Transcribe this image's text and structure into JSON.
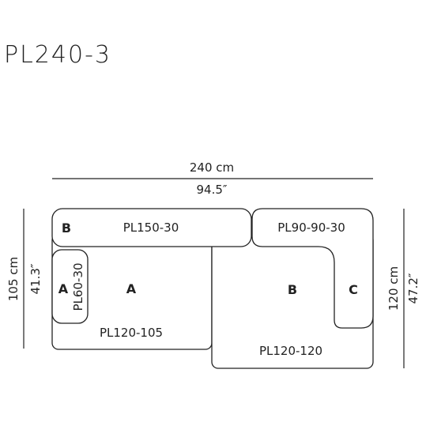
{
  "model": "PL240-3",
  "dimensions": {
    "width_cm": "240 cm",
    "width_in": "94.5″",
    "left_depth_cm": "105 cm",
    "left_depth_in": "41.3″",
    "right_depth_cm": "120 cm",
    "right_depth_in": "47.2″"
  },
  "modules": {
    "backrest_left": {
      "name": "PL150-30",
      "letter": "B"
    },
    "backrest_right": {
      "name": "PL90-90-30"
    },
    "armrest_left": {
      "name": "PL60-30",
      "letter": "A"
    },
    "seat_left": {
      "name": "PL120-105",
      "letter": "A"
    },
    "seat_right": {
      "name": "PL120-120",
      "letter": "B"
    },
    "armrest_right": {
      "letter": "C"
    }
  }
}
